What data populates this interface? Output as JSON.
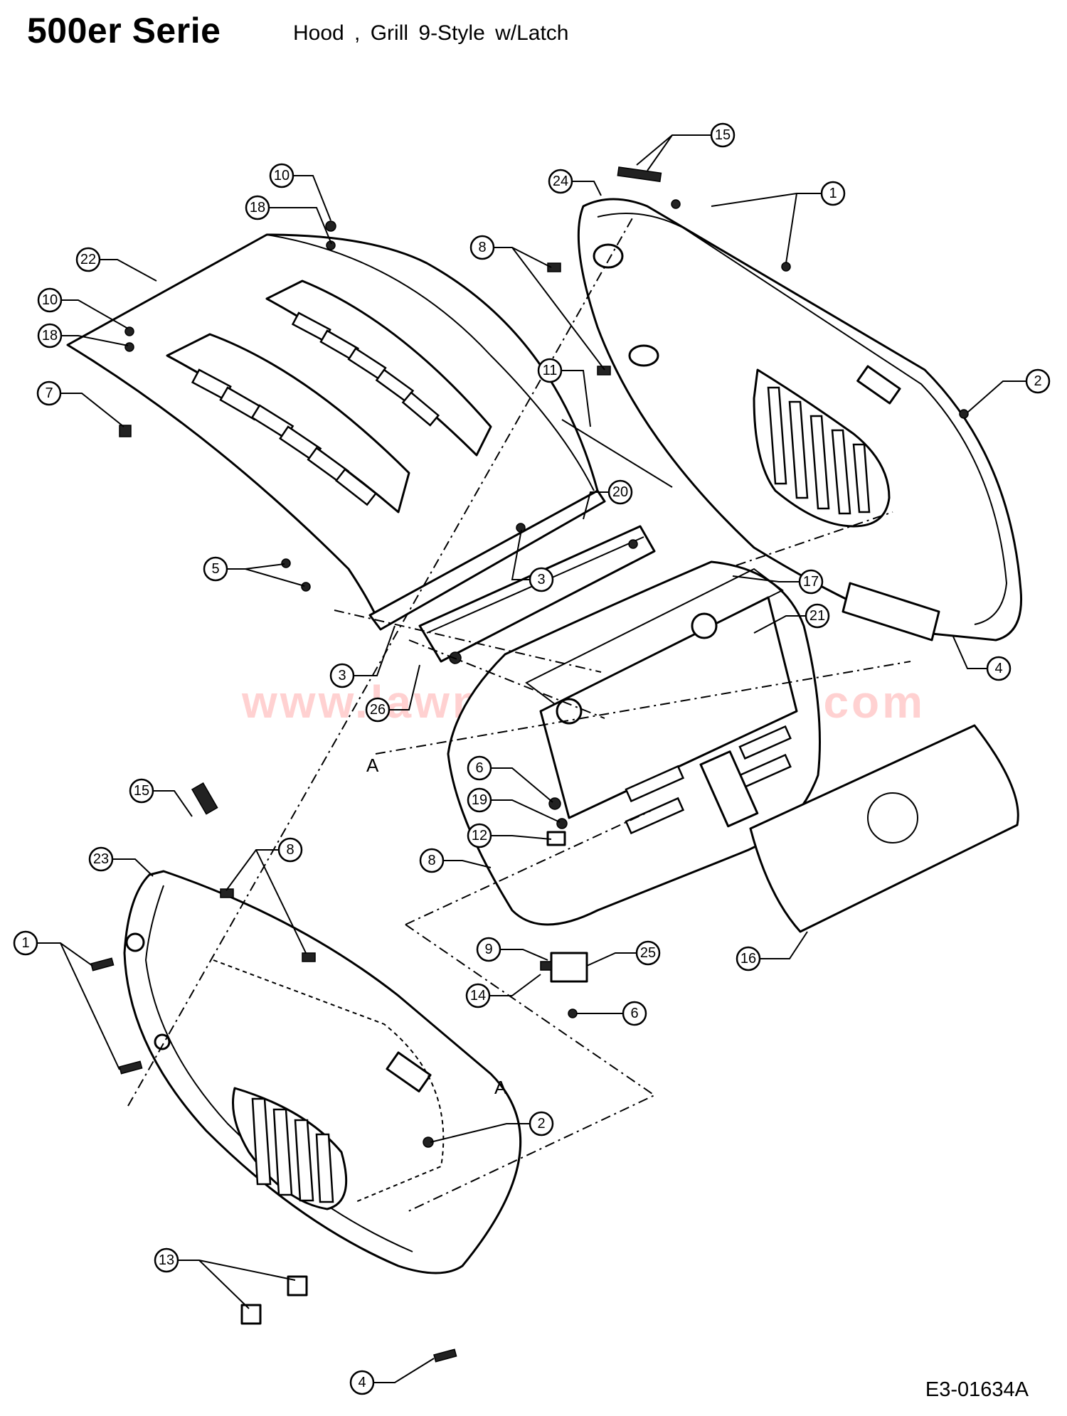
{
  "header": {
    "series": "500er Serie",
    "description": "Hood , Grill 9-Style w/Latch"
  },
  "footer": {
    "document_id": "E3-01634A"
  },
  "watermark": "www.lawnmowerspares.com",
  "section_markers": [
    "A",
    "A"
  ],
  "callouts": [
    {
      "num": "15"
    },
    {
      "num": "24"
    },
    {
      "num": "1"
    },
    {
      "num": "10"
    },
    {
      "num": "18"
    },
    {
      "num": "8"
    },
    {
      "num": "22"
    },
    {
      "num": "10"
    },
    {
      "num": "18"
    },
    {
      "num": "7"
    },
    {
      "num": "11"
    },
    {
      "num": "2"
    },
    {
      "num": "20"
    },
    {
      "num": "5"
    },
    {
      "num": "3"
    },
    {
      "num": "17"
    },
    {
      "num": "21"
    },
    {
      "num": "3"
    },
    {
      "num": "4"
    },
    {
      "num": "26"
    },
    {
      "num": "6"
    },
    {
      "num": "19"
    },
    {
      "num": "12"
    },
    {
      "num": "15"
    },
    {
      "num": "8"
    },
    {
      "num": "8"
    },
    {
      "num": "23"
    },
    {
      "num": "1"
    },
    {
      "num": "9"
    },
    {
      "num": "25"
    },
    {
      "num": "16"
    },
    {
      "num": "14"
    },
    {
      "num": "6"
    },
    {
      "num": "2"
    },
    {
      "num": "13"
    },
    {
      "num": "4"
    }
  ]
}
